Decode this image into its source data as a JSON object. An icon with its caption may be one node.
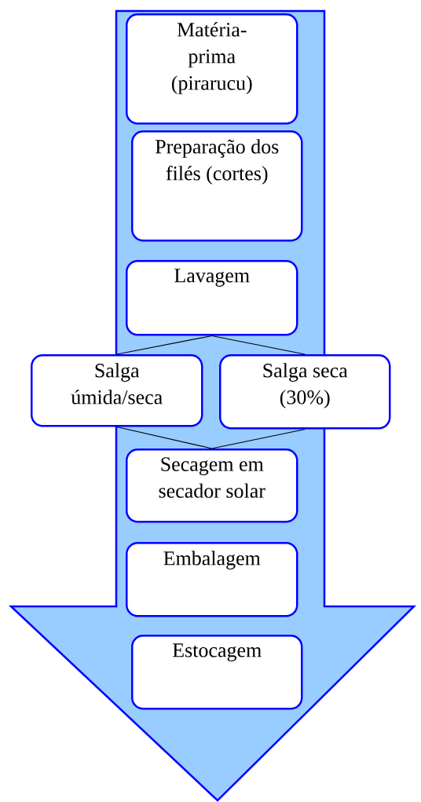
{
  "diagram": {
    "nodes": [
      {
        "text": [
          "Matéria-prima (pirarucu)"
        ]
      },
      {
        "text": [
          "Preparação dos filés (cortes)"
        ]
      },
      {
        "text": [
          "Lavagem"
        ]
      },
      {
        "text": [
          "Salga úmida/seca"
        ]
      },
      {
        "text": [
          "Salga seca (30%)"
        ]
      },
      {
        "text": [
          "Secagem em secador solar"
        ]
      },
      {
        "text": [
          "Embalagem"
        ]
      },
      {
        "text": [
          "Estocagem"
        ]
      }
    ],
    "edges": [
      {
        "from": 2,
        "to": 3,
        "arrow": "none"
      },
      {
        "from": 2,
        "to": 4,
        "arrow": "none"
      },
      {
        "from": 3,
        "to": 5,
        "arrow": "none"
      },
      {
        "from": 4,
        "to": 5,
        "arrow": "none"
      }
    ]
  }
}
